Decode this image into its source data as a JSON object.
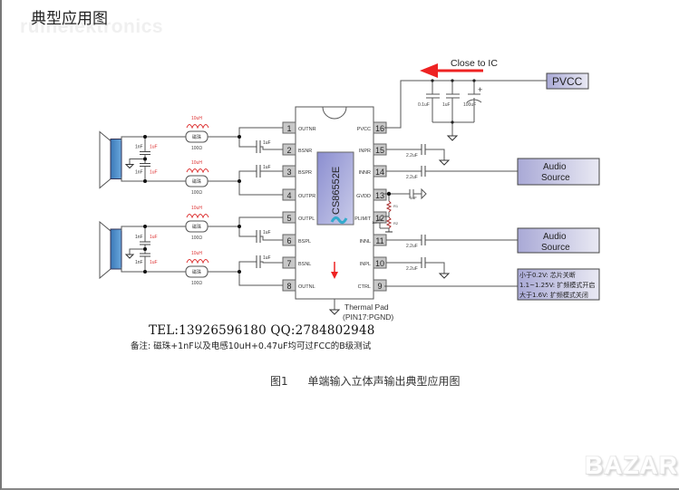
{
  "title": "典型应用图",
  "watermark": "ruinelektronics",
  "ic": {
    "part_number": "CS86552E",
    "pins_left": [
      {
        "num": "1",
        "name": "OUTNR"
      },
      {
        "num": "2",
        "name": "BSNR"
      },
      {
        "num": "3",
        "name": "BSPR"
      },
      {
        "num": "4",
        "name": "OUTPR"
      },
      {
        "num": "5",
        "name": "OUTPL"
      },
      {
        "num": "6",
        "name": "BSPL"
      },
      {
        "num": "7",
        "name": "BSNL"
      },
      {
        "num": "8",
        "name": "OUTNL"
      }
    ],
    "pins_right": [
      {
        "num": "16",
        "name": "PVCC"
      },
      {
        "num": "15",
        "name": "INPR"
      },
      {
        "num": "14",
        "name": "INNR"
      },
      {
        "num": "13",
        "name": "GVDD"
      },
      {
        "num": "12",
        "name": "PLIMIT"
      },
      {
        "num": "11",
        "name": "INNL"
      },
      {
        "num": "10",
        "name": "INPL"
      },
      {
        "num": "9",
        "name": "CTRL"
      }
    ],
    "thermal_pad": "Thermal Pad",
    "thermal_pad_pin": "(PIN17:PGND)"
  },
  "power": {
    "label": "PVCC",
    "close_to_ic": "Close to IC",
    "caps": [
      "0.1uF",
      "1uF",
      "100uF"
    ],
    "polarity": "+"
  },
  "output_filter": {
    "inductor": "10uH",
    "bead": "磁珠",
    "bead_value": "100Ω",
    "cap_nf": "1nF",
    "cap_uf": "1uF",
    "bootstrap_cap": "1uF"
  },
  "inputs": {
    "cap": "2.2uF",
    "gvdd_cap": "1uF",
    "plimit_cap": "1uF",
    "r1": "R1",
    "r2": "R2",
    "audio_source": [
      "Audio",
      "Source"
    ]
  },
  "ctrl_note": [
    "小于0.2V: 芯片关断",
    "1.1~1.25V: 扩频模式开启",
    "大于1.6V: 扩频模式关闭"
  ],
  "contact": "TEL:13926596180 QQ:2784802948",
  "remark": "备注: 磁珠+1nF以及电感10uH+0.47uF均可过FCC的B级测试",
  "caption": {
    "fig": "图1",
    "text": "单端输入立体声输出典型应用图"
  },
  "bazar_logo": "BAZAR"
}
